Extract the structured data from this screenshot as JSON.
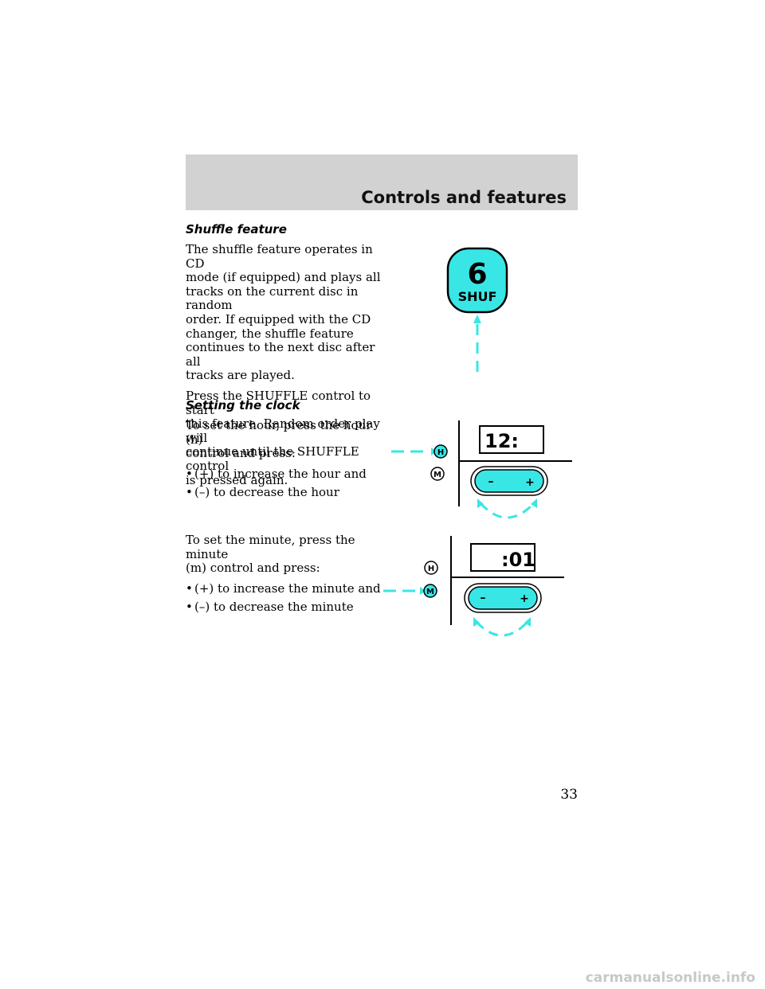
{
  "header": {
    "title": "Controls and features"
  },
  "shuffle": {
    "heading": "Shuffle feature",
    "para1_lines": [
      "The shuffle feature operates in CD",
      "mode (if equipped) and plays all",
      "tracks on the current disc in random",
      "order. If equipped with the CD",
      "changer, the shuffle feature",
      "continues to the next disc after all",
      "tracks are played."
    ],
    "para2_lines": [
      "Press the SHUFFLE control to start",
      "this feature. Random order play will",
      "continue until the SHUFFLE control",
      "is pressed again."
    ],
    "button": {
      "number": "6",
      "label": "SHUF"
    }
  },
  "clock": {
    "heading": "Setting the clock",
    "hour_intro_lines": [
      "To set the hour, press the hour (h)",
      "control and press:"
    ],
    "hour_bullets": [
      "(+) to increase the hour and",
      "(–) to decrease the hour"
    ],
    "minute_intro_lines": [
      "To set the minute, press the minute",
      "(m) control and press:"
    ],
    "minute_bullets": [
      "(+) to increase the minute and",
      "(–) to decrease the minute"
    ],
    "hour_display": "12:",
    "minute_display": ":01",
    "h_label": "H",
    "m_label": "M",
    "minus_label": "–",
    "plus_label": "+"
  },
  "page_number": "33",
  "footer": "carmanualsonline.info",
  "colors": {
    "accent": "#39e6e6",
    "band": "#d2d2d2"
  }
}
